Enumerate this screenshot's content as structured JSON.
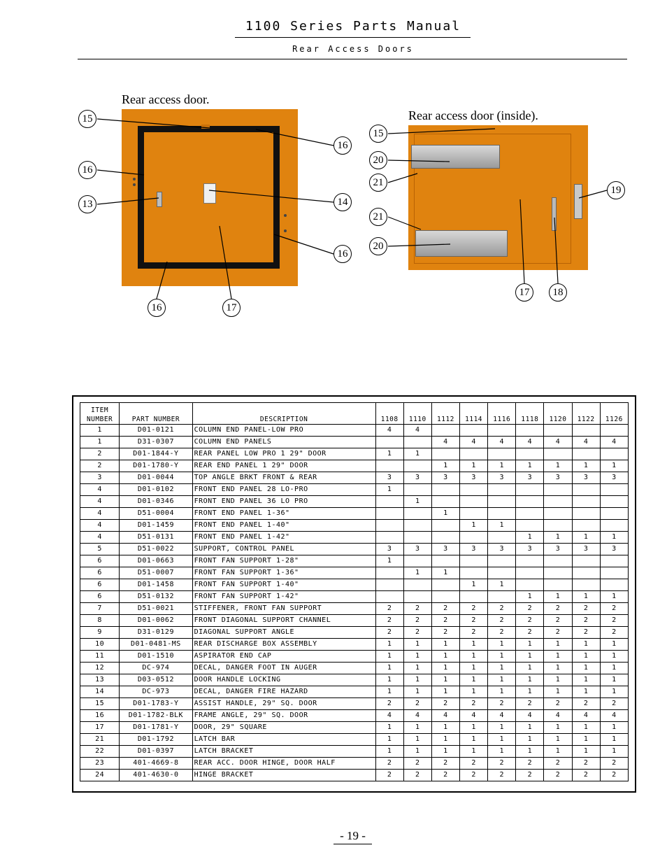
{
  "header": {
    "title": "1100 Series Parts Manual",
    "subtitle": "Rear Access Doors"
  },
  "figures": {
    "left_label": "Rear access door.",
    "right_label": "Rear access door (inside).",
    "left_callouts": [
      "15",
      "16",
      "16",
      "13",
      "14",
      "16",
      "16",
      "17"
    ],
    "right_callouts": [
      "15",
      "20",
      "21",
      "19",
      "21",
      "20",
      "17",
      "18"
    ]
  },
  "table": {
    "headers": {
      "item": [
        "ITEM",
        "NUMBER"
      ],
      "part": "PART NUMBER",
      "desc": "DESCRIPTION",
      "models": [
        "1108",
        "1110",
        "1112",
        "1114",
        "1116",
        "1118",
        "1120",
        "1122",
        "1126"
      ]
    },
    "rows": [
      {
        "item": "1",
        "part": "D01-0121",
        "desc": "COLUMN END PANEL-LOW PRO",
        "q": [
          "4",
          "4",
          "",
          "",
          "",
          "",
          "",
          "",
          ""
        ]
      },
      {
        "item": "1",
        "part": "D31-0307",
        "desc": "COLUMN END PANELS",
        "q": [
          "",
          "",
          "4",
          "4",
          "4",
          "4",
          "4",
          "4",
          "4"
        ]
      },
      {
        "item": "2",
        "part": "D01-1844-Y",
        "desc": "REAR PANEL LOW PRO 1 29\" DOOR",
        "q": [
          "1",
          "1",
          "",
          "",
          "",
          "",
          "",
          "",
          ""
        ]
      },
      {
        "item": "2",
        "part": "D01-1780-Y",
        "desc": "REAR END PANEL 1 29\" DOOR",
        "q": [
          "",
          "",
          "1",
          "1",
          "1",
          "1",
          "1",
          "1",
          "1"
        ]
      },
      {
        "item": "3",
        "part": "D01-0044",
        "desc": "TOP ANGLE BRKT FRONT & REAR",
        "q": [
          "3",
          "3",
          "3",
          "3",
          "3",
          "3",
          "3",
          "3",
          "3"
        ]
      },
      {
        "item": "4",
        "part": "D01-0102",
        "desc": "FRONT END PANEL 28 LO-PRO",
        "q": [
          "1",
          "",
          "",
          "",
          "",
          "",
          "",
          "",
          ""
        ]
      },
      {
        "item": "4",
        "part": "D01-0346",
        "desc": "FRONT END PANEL 36 LO PRO",
        "q": [
          "",
          "1",
          "",
          "",
          "",
          "",
          "",
          "",
          ""
        ]
      },
      {
        "item": "4",
        "part": "D51-0004",
        "desc": "FRONT END PANEL 1-36\"",
        "q": [
          "",
          "",
          "1",
          "",
          "",
          "",
          "",
          "",
          ""
        ]
      },
      {
        "item": "4",
        "part": "D01-1459",
        "desc": "FRONT END PANEL 1-40\"",
        "q": [
          "",
          "",
          "",
          "1",
          "1",
          "",
          "",
          "",
          ""
        ]
      },
      {
        "item": "4",
        "part": "D51-0131",
        "desc": "FRONT END PANEL 1-42\"",
        "q": [
          "",
          "",
          "",
          "",
          "",
          "1",
          "1",
          "1",
          "1"
        ]
      },
      {
        "item": "5",
        "part": "D51-0022",
        "desc": "SUPPORT, CONTROL PANEL",
        "q": [
          "3",
          "3",
          "3",
          "3",
          "3",
          "3",
          "3",
          "3",
          "3"
        ]
      },
      {
        "item": "6",
        "part": "D01-0663",
        "desc": "FRONT FAN SUPPORT 1-28\"",
        "q": [
          "1",
          "",
          "",
          "",
          "",
          "",
          "",
          "",
          ""
        ]
      },
      {
        "item": "6",
        "part": "D51-0007",
        "desc": "FRONT FAN SUPPORT 1-36\"",
        "q": [
          "",
          "1",
          "1",
          "",
          "",
          "",
          "",
          "",
          ""
        ]
      },
      {
        "item": "6",
        "part": "D01-1458",
        "desc": "FRONT FAN SUPPORT 1-40\"",
        "q": [
          "",
          "",
          "",
          "1",
          "1",
          "",
          "",
          "",
          ""
        ]
      },
      {
        "item": "6",
        "part": "D51-0132",
        "desc": "FRONT FAN SUPPORT 1-42\"",
        "q": [
          "",
          "",
          "",
          "",
          "",
          "1",
          "1",
          "1",
          "1"
        ]
      },
      {
        "item": "7",
        "part": "D51-0021",
        "desc": "STIFFENER, FRONT FAN SUPPORT",
        "q": [
          "2",
          "2",
          "2",
          "2",
          "2",
          "2",
          "2",
          "2",
          "2"
        ]
      },
      {
        "item": "8",
        "part": "D01-0062",
        "desc": "FRONT DIAGONAL SUPPORT CHANNEL",
        "q": [
          "2",
          "2",
          "2",
          "2",
          "2",
          "2",
          "2",
          "2",
          "2"
        ]
      },
      {
        "item": "9",
        "part": "D31-0129",
        "desc": "DIAGONAL SUPPORT ANGLE",
        "q": [
          "2",
          "2",
          "2",
          "2",
          "2",
          "2",
          "2",
          "2",
          "2"
        ]
      },
      {
        "item": "10",
        "part": "D01-0481-MS",
        "desc": "REAR DISCHARGE BOX ASSEMBLY",
        "q": [
          "1",
          "1",
          "1",
          "1",
          "1",
          "1",
          "1",
          "1",
          "1"
        ]
      },
      {
        "item": "11",
        "part": "D01-1510",
        "desc": "ASPIRATOR END CAP",
        "q": [
          "1",
          "1",
          "1",
          "1",
          "1",
          "1",
          "1",
          "1",
          "1"
        ]
      },
      {
        "item": "12",
        "part": "DC-974",
        "desc": "DECAL, DANGER FOOT IN AUGER",
        "q": [
          "1",
          "1",
          "1",
          "1",
          "1",
          "1",
          "1",
          "1",
          "1"
        ]
      },
      {
        "item": "13",
        "part": "D03-0512",
        "desc": "DOOR HANDLE LOCKING",
        "q": [
          "1",
          "1",
          "1",
          "1",
          "1",
          "1",
          "1",
          "1",
          "1"
        ]
      },
      {
        "item": "14",
        "part": "DC-973",
        "desc": "DECAL, DANGER FIRE HAZARD",
        "q": [
          "1",
          "1",
          "1",
          "1",
          "1",
          "1",
          "1",
          "1",
          "1"
        ]
      },
      {
        "item": "15",
        "part": "D01-1783-Y",
        "desc": "ASSIST HANDLE, 29\" SQ. DOOR",
        "q": [
          "2",
          "2",
          "2",
          "2",
          "2",
          "2",
          "2",
          "2",
          "2"
        ]
      },
      {
        "item": "16",
        "part": "D01-1782-BLK",
        "desc": "FRAME ANGLE, 29\" SQ. DOOR",
        "q": [
          "4",
          "4",
          "4",
          "4",
          "4",
          "4",
          "4",
          "4",
          "4"
        ]
      },
      {
        "item": "17",
        "part": "D01-1781-Y",
        "desc": "DOOR, 29\" SQUARE",
        "q": [
          "1",
          "1",
          "1",
          "1",
          "1",
          "1",
          "1",
          "1",
          "1"
        ]
      },
      {
        "item": "21",
        "part": "D01-1792",
        "desc": "LATCH BAR",
        "q": [
          "1",
          "1",
          "1",
          "1",
          "1",
          "1",
          "1",
          "1",
          "1"
        ]
      },
      {
        "item": "22",
        "part": "D01-0397",
        "desc": "LATCH BRACKET",
        "q": [
          "1",
          "1",
          "1",
          "1",
          "1",
          "1",
          "1",
          "1",
          "1"
        ]
      },
      {
        "item": "23",
        "part": "401-4669-8",
        "desc": "REAR ACC. DOOR HINGE, DOOR HALF",
        "q": [
          "2",
          "2",
          "2",
          "2",
          "2",
          "2",
          "2",
          "2",
          "2"
        ]
      },
      {
        "item": "24",
        "part": "401-4630-0",
        "desc": "HINGE BRACKET",
        "q": [
          "2",
          "2",
          "2",
          "2",
          "2",
          "2",
          "2",
          "2",
          "2"
        ]
      }
    ]
  },
  "footer": {
    "page_number": "- 19 -"
  }
}
